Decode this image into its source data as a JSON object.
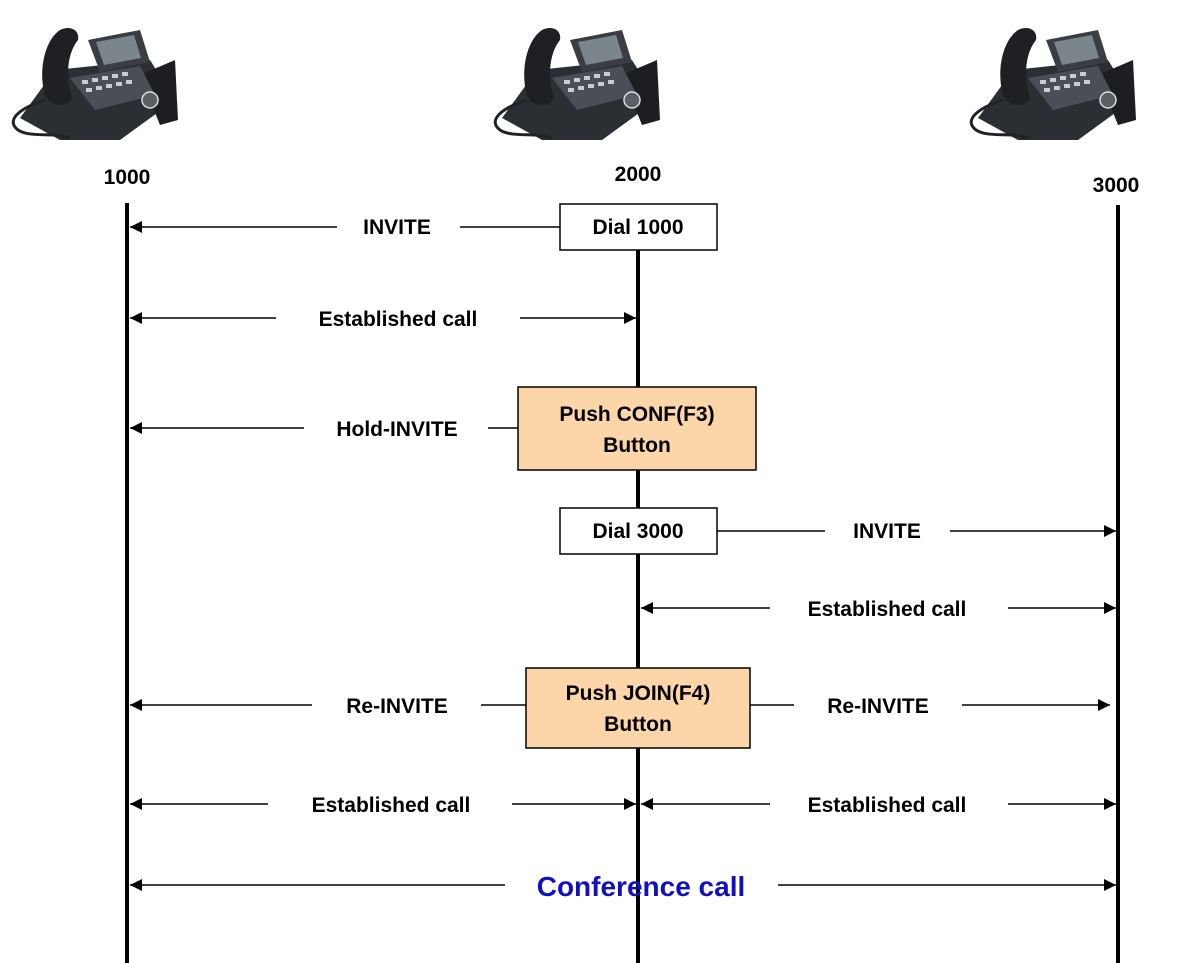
{
  "phones": [
    {
      "label": "1000",
      "icon": "desk-phone-icon"
    },
    {
      "label": "2000",
      "icon": "desk-phone-icon"
    },
    {
      "label": "3000",
      "icon": "desk-phone-icon"
    }
  ],
  "actions": {
    "dial_1000": "Dial 1000",
    "push_conf_line1": "Push CONF(F3)",
    "push_conf_line2": "Button",
    "dial_3000": "Dial 3000",
    "push_join_line1": "Push JOIN(F4)",
    "push_join_line2": "Button"
  },
  "messages": {
    "invite_1": "INVITE",
    "established_1": "Established call",
    "hold_invite": "Hold-INVITE",
    "invite_2": "INVITE",
    "established_2": "Established call",
    "reinvite_left": "Re-INVITE",
    "reinvite_right": "Re-INVITE",
    "established_3": "Established call",
    "established_4": "Established call",
    "conference": "Conference call"
  },
  "colors": {
    "action_highlight": "#fcd5a8",
    "conference_text": "#1010c0",
    "lines": "#000000"
  }
}
